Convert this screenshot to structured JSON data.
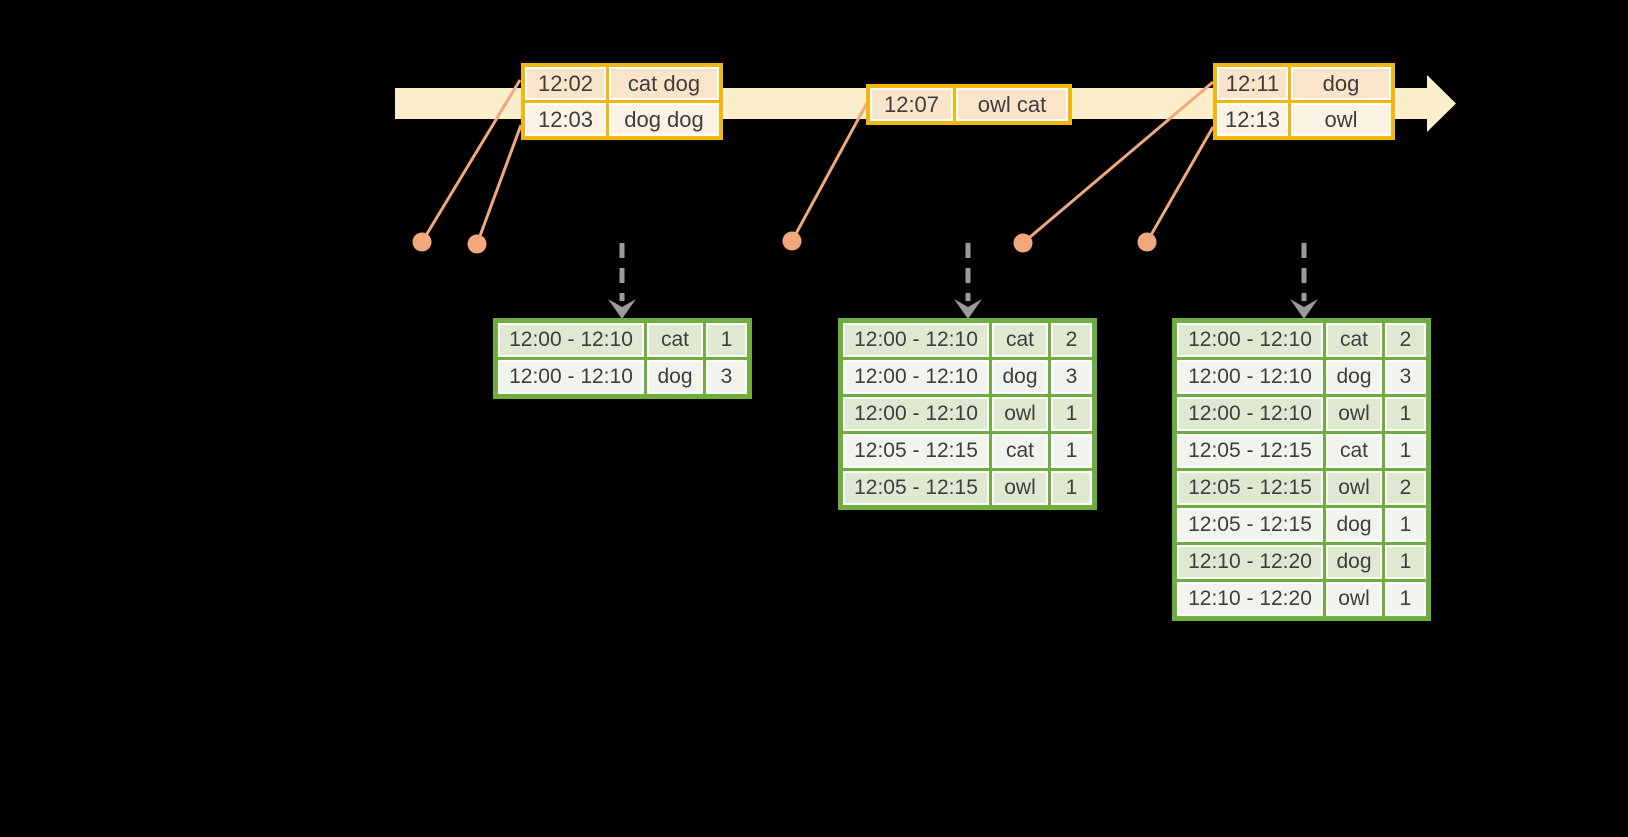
{
  "palette": {
    "background": "#000000",
    "timeline-fill": "#FBEFCB",
    "event-border": "#F3B60D",
    "event-row-odd": "#FAE4CA",
    "event-row-even": "#FCF3E4",
    "connector": "#F0A87C",
    "trigger-arrow": "#9B9B9B",
    "result-border": "#6FAE3E",
    "result-row-odd": "#DFE9D2",
    "result-row-even": "#F0F4EC",
    "cell-outline": "#FFFFFF",
    "text": "#3E3E3E"
  },
  "icons": [
    "timeline-arrow-icon",
    "event-dot-icon",
    "trigger-arrow-icon"
  ],
  "event_tables": [
    {
      "rows": [
        {
          "time": "12:02",
          "words": "cat dog"
        },
        {
          "time": "12:03",
          "words": "dog dog"
        }
      ]
    },
    {
      "rows": [
        {
          "time": "12:07",
          "words": "owl cat"
        }
      ]
    },
    {
      "rows": [
        {
          "time": "12:11",
          "words": "dog"
        },
        {
          "time": "12:13",
          "words": "owl"
        }
      ]
    }
  ],
  "result_tables": [
    {
      "rows": [
        {
          "window": "12:00 - 12:10",
          "word": "cat",
          "count": "1"
        },
        {
          "window": "12:00 - 12:10",
          "word": "dog",
          "count": "3"
        }
      ]
    },
    {
      "rows": [
        {
          "window": "12:00 - 12:10",
          "word": "cat",
          "count": "2"
        },
        {
          "window": "12:00 - 12:10",
          "word": "dog",
          "count": "3"
        },
        {
          "window": "12:00 - 12:10",
          "word": "owl",
          "count": "1"
        },
        {
          "window": "12:05 - 12:15",
          "word": "cat",
          "count": "1"
        },
        {
          "window": "12:05 - 12:15",
          "word": "owl",
          "count": "1"
        }
      ]
    },
    {
      "rows": [
        {
          "window": "12:00 - 12:10",
          "word": "cat",
          "count": "2"
        },
        {
          "window": "12:00 - 12:10",
          "word": "dog",
          "count": "3"
        },
        {
          "window": "12:00 - 12:10",
          "word": "owl",
          "count": "1"
        },
        {
          "window": "12:05 - 12:15",
          "word": "cat",
          "count": "1"
        },
        {
          "window": "12:05 - 12:15",
          "word": "owl",
          "count": "2"
        },
        {
          "window": "12:05 - 12:15",
          "word": "dog",
          "count": "1"
        },
        {
          "window": "12:10 - 12:20",
          "word": "dog",
          "count": "1"
        },
        {
          "window": "12:10 - 12:20",
          "word": "owl",
          "count": "1"
        }
      ]
    }
  ]
}
